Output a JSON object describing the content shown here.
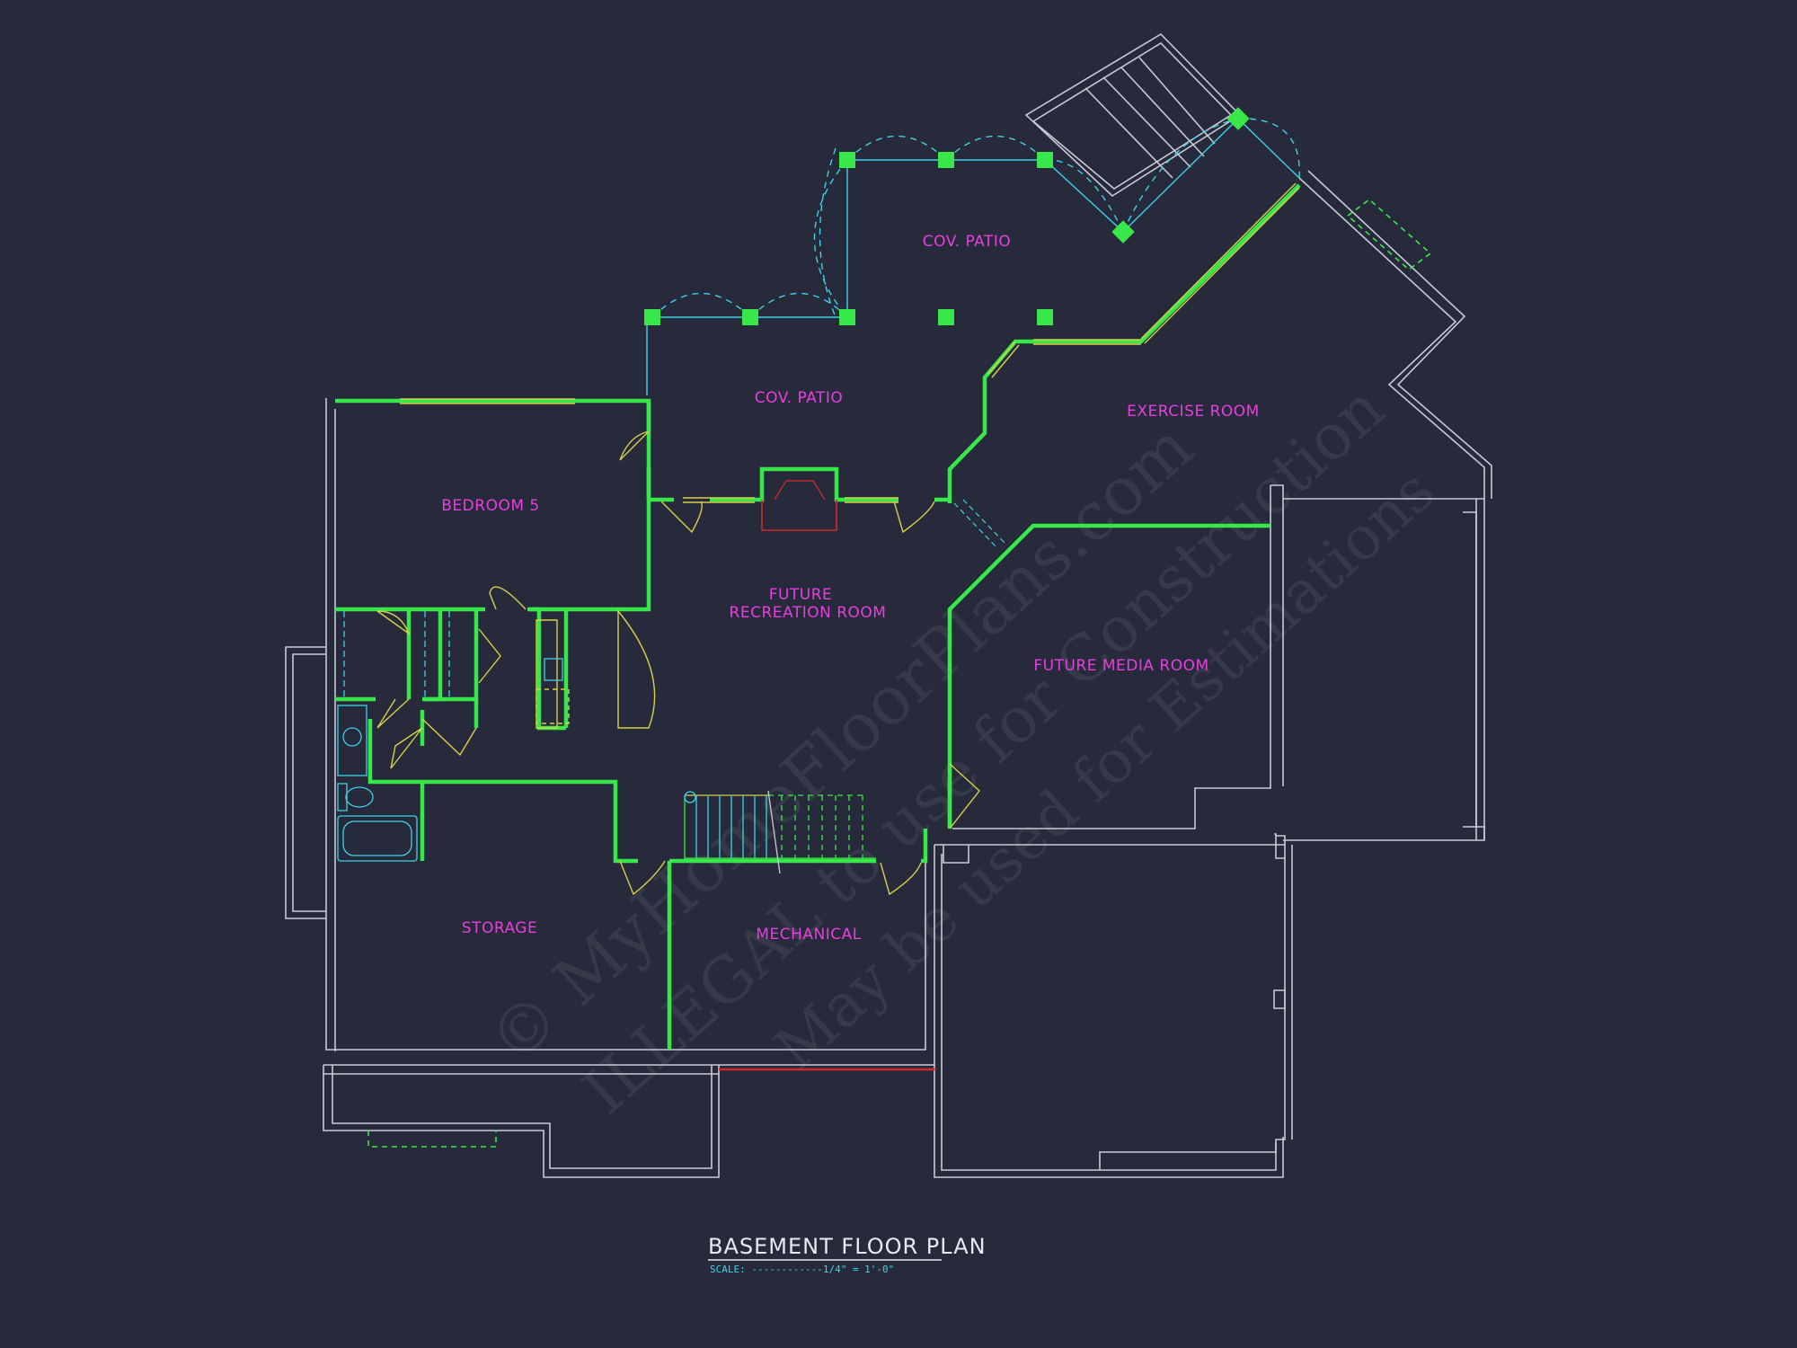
{
  "rooms": {
    "cov_patio_upper": "COV. PATIO",
    "cov_patio_lower": "COV. PATIO",
    "exercise_room": "EXERCISE ROOM",
    "bedroom_5": "BEDROOM 5",
    "future_recreation_line1": "FUTURE",
    "future_recreation_line2": "RECREATION ROOM",
    "future_media_room": "FUTURE MEDIA ROOM",
    "storage": "STORAGE",
    "mechanical": "MECHANICAL"
  },
  "title": {
    "text": "BASEMENT FLOOR PLAN",
    "scale": "SCALE: ------------1/4\" = 1'-0\""
  },
  "watermark": {
    "line1": "© MyHomeFloorPlans.com",
    "line2": "ILLEGAL to use for Construction",
    "line3": "May be used for Estimations"
  },
  "colors": {
    "background": "#262a3b",
    "wall": "#38e84a",
    "outline": "#c8cad6",
    "label": "#e83ee0",
    "fixture": "#3fd2e6",
    "door": "#d8d04a",
    "accent_red": "#d22a2a"
  }
}
